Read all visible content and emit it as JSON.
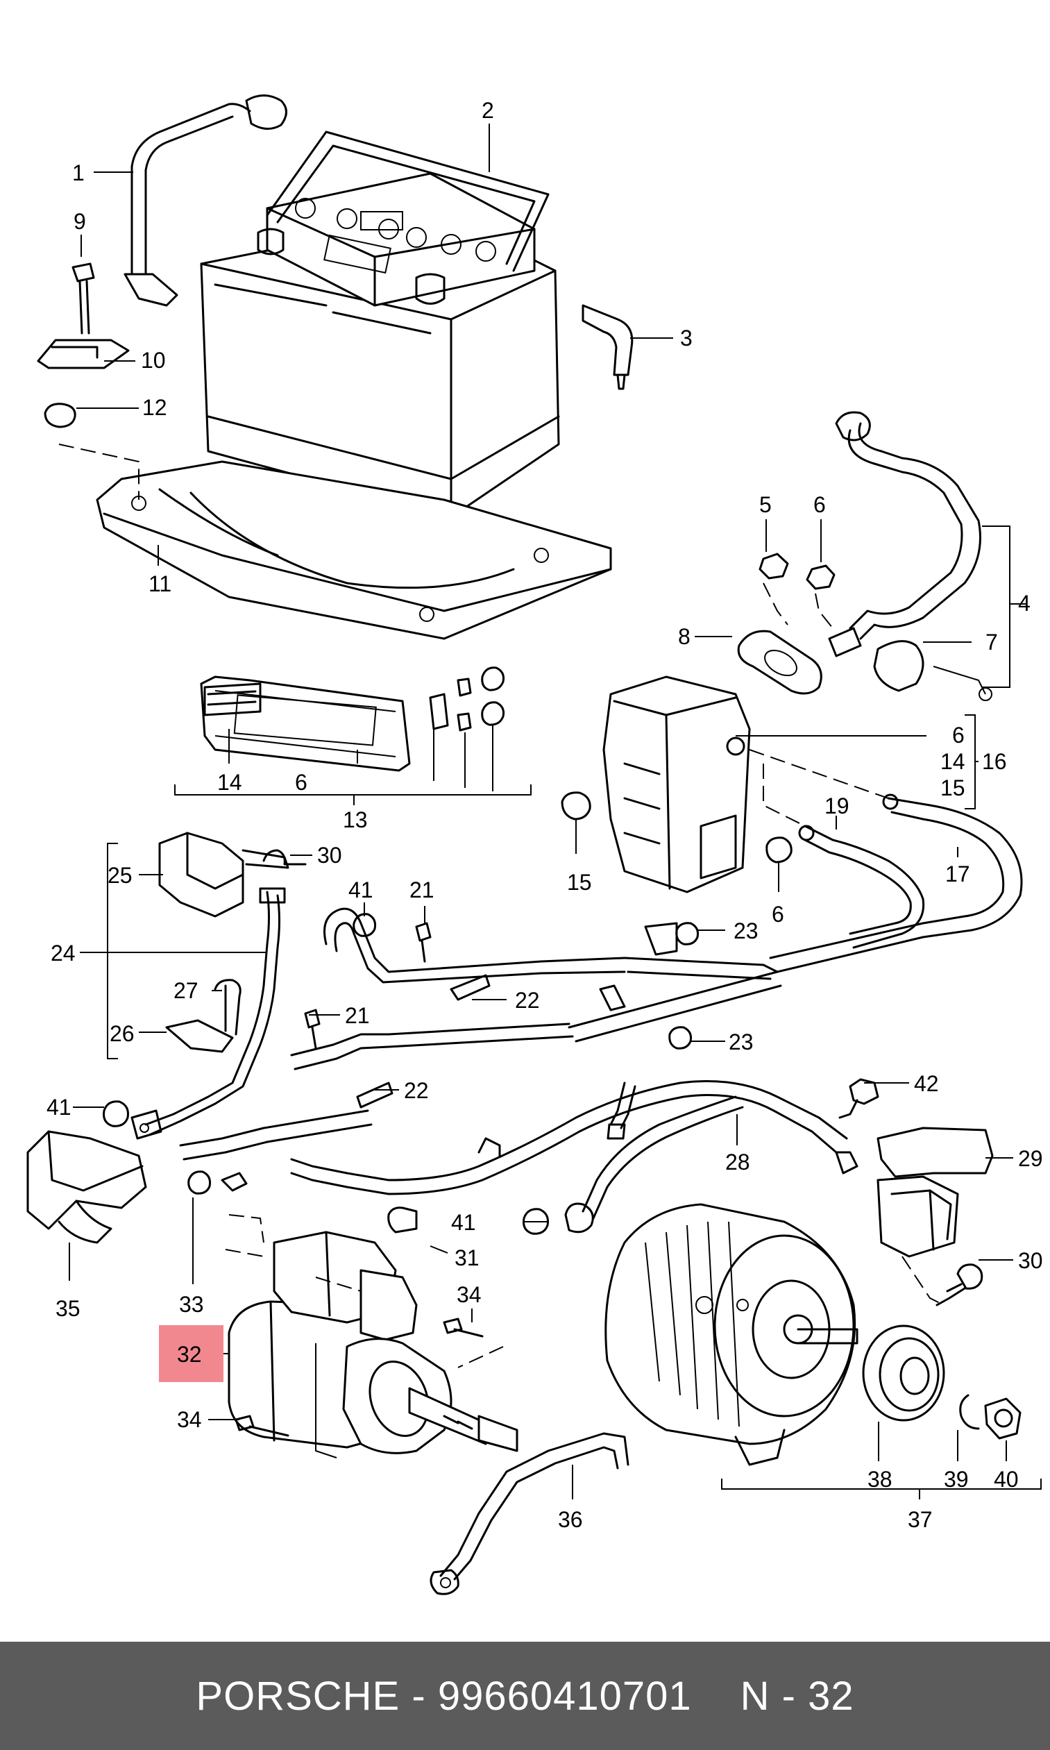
{
  "diagram": {
    "callouts": {
      "c1": "1",
      "c2": "2",
      "c3": "3",
      "c4": "4",
      "c5": "5",
      "c6a": "6",
      "c6b": "6",
      "c6c": "6",
      "c6d": "6",
      "c7": "7",
      "c8": "8",
      "c9": "9",
      "c10": "10",
      "c11": "11",
      "c12": "12",
      "c13": "13",
      "c14a": "14",
      "c14b": "14",
      "c15a": "15",
      "c15b": "15",
      "c16": "16",
      "c17": "17",
      "c19": "19",
      "c21a": "21",
      "c21b": "21",
      "c22a": "22",
      "c22b": "22",
      "c23a": "23",
      "c23b": "23",
      "c24": "24",
      "c25": "25",
      "c26": "26",
      "c27": "27",
      "c28": "28",
      "c29": "29",
      "c30a": "30",
      "c30b": "30",
      "c31": "31",
      "c32": "32",
      "c33": "33",
      "c34a": "34",
      "c34b": "34",
      "c35": "35",
      "c36": "36",
      "c37": "37",
      "c38": "38",
      "c39": "39",
      "c40": "40",
      "c41a": "41",
      "c41b": "41",
      "c41c": "41",
      "c42": "42"
    },
    "highlight_color": "#f2888f"
  },
  "footer": {
    "brand": "PORSCHE",
    "separator": "-",
    "part_number": "99660410701",
    "position": "N - 32",
    "background": "#5b5b5b"
  }
}
